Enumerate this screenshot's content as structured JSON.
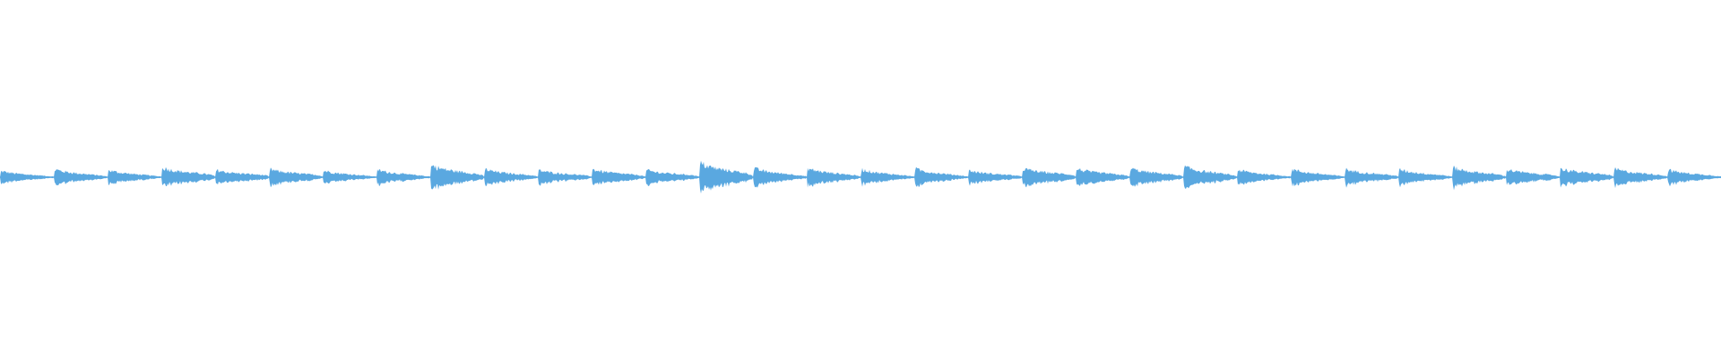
{
  "waveform": {
    "color": "#5aa8e0",
    "background": "#ffffff",
    "segments": [
      {
        "amp": 0.35,
        "decay": 0.55
      },
      {
        "amp": 0.45,
        "decay": 0.5
      },
      {
        "amp": 0.4,
        "decay": 0.55
      },
      {
        "amp": 0.55,
        "decay": 0.35
      },
      {
        "amp": 0.4,
        "decay": 0.3
      },
      {
        "amp": 0.45,
        "decay": 0.35
      },
      {
        "amp": 0.38,
        "decay": 0.55
      },
      {
        "amp": 0.42,
        "decay": 0.55
      },
      {
        "amp": 0.68,
        "decay": 0.4
      },
      {
        "amp": 0.45,
        "decay": 0.45
      },
      {
        "amp": 0.4,
        "decay": 0.4
      },
      {
        "amp": 0.45,
        "decay": 0.4
      },
      {
        "amp": 0.4,
        "decay": 0.35
      },
      {
        "amp": 0.8,
        "decay": 0.35
      },
      {
        "amp": 0.5,
        "decay": 0.5
      },
      {
        "amp": 0.5,
        "decay": 0.45
      },
      {
        "amp": 0.45,
        "decay": 0.55
      },
      {
        "amp": 0.48,
        "decay": 0.55
      },
      {
        "amp": 0.38,
        "decay": 0.4
      },
      {
        "amp": 0.5,
        "decay": 0.3
      },
      {
        "amp": 0.48,
        "decay": 0.4
      },
      {
        "amp": 0.5,
        "decay": 0.4
      },
      {
        "amp": 0.6,
        "decay": 0.45
      },
      {
        "amp": 0.42,
        "decay": 0.55
      },
      {
        "amp": 0.45,
        "decay": 0.55
      },
      {
        "amp": 0.45,
        "decay": 0.4
      },
      {
        "amp": 0.45,
        "decay": 0.5
      },
      {
        "amp": 0.55,
        "decay": 0.4
      },
      {
        "amp": 0.45,
        "decay": 0.4
      },
      {
        "amp": 0.5,
        "decay": 0.35
      },
      {
        "amp": 0.48,
        "decay": 0.4
      },
      {
        "amp": 0.42,
        "decay": 0.5
      }
    ]
  }
}
